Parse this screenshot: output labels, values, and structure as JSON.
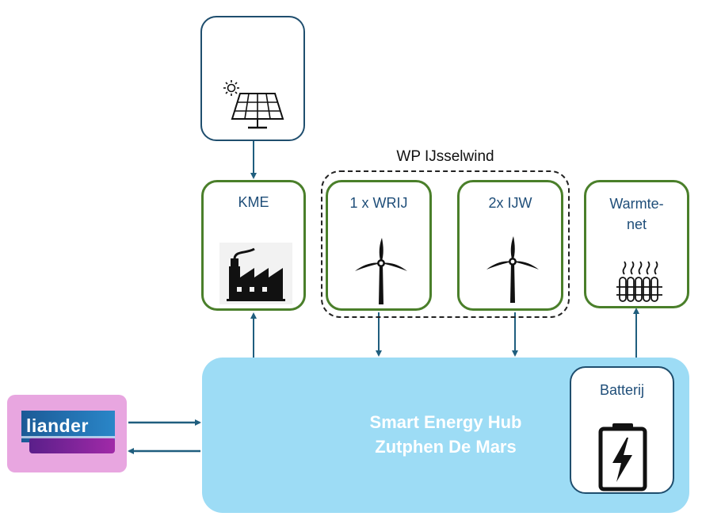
{
  "diagram": {
    "group_label": "WP IJsselwind",
    "nodes": {
      "kme": "KME",
      "wrij": "1 x WRIJ",
      "ijw": "2x IJW",
      "warmte": "Warmte-\nnet",
      "batterij": "Batterij",
      "hub": "Smart Energy Hub\nZutphen De Mars",
      "liander_logo": "liander"
    },
    "icons": [
      "solar-panel-icon",
      "factory-icon",
      "wind-turbine-icon",
      "radiator-icon",
      "battery-icon",
      "liander-logo"
    ],
    "colors": {
      "hub_fill": "#9ddcf5",
      "producer_border": "#4a7f2a",
      "solar_border": "#1f4e6e",
      "arrow": "#1f5e7e",
      "liander_bg": "#e8a6e0",
      "label_text": "#1f4e79"
    }
  }
}
